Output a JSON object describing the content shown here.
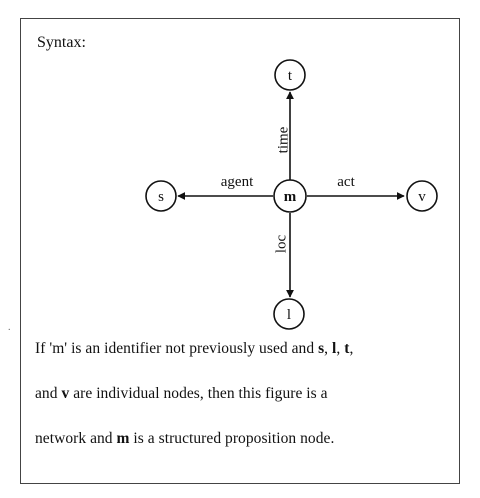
{
  "heading": "Syntax:",
  "nodes": {
    "center": "m",
    "top": "t",
    "left": "s",
    "right": "v",
    "bottom": "l"
  },
  "arcs": {
    "top": "time",
    "left": "agent",
    "right": "act",
    "bottom": "loc"
  },
  "caption": {
    "line1": {
      "a": "If 'm' is an identifier not previously used and ",
      "s": "s",
      "c1": ", ",
      "l": "l",
      "c2": ", ",
      "t": "t",
      "c3": ","
    },
    "line2": {
      "a": "and ",
      "v": "v",
      "b": " are individual nodes, then this figure is a"
    },
    "line3": {
      "a": "network and ",
      "m": "m",
      "b": " is a structured proposition node."
    }
  }
}
